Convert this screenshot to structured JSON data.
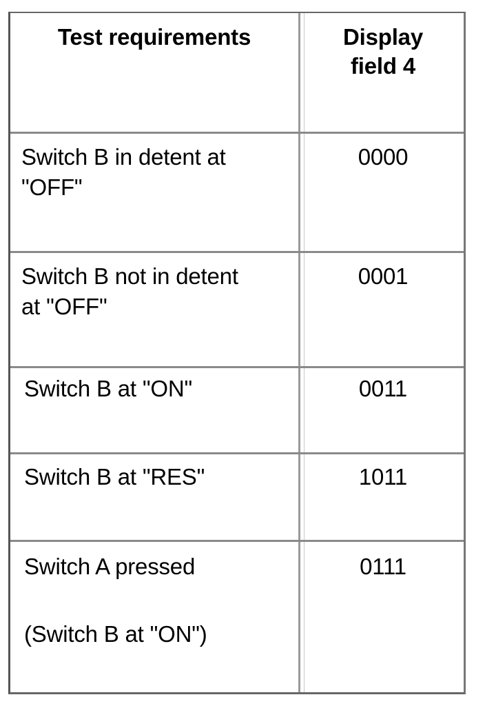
{
  "table": {
    "headers": {
      "requirement": "Test requirements",
      "display_line1": "Display",
      "display_line2": "field 4"
    },
    "rows": [
      {
        "requirement_line1": "Switch B in detent at",
        "requirement_line2": "\"OFF\"",
        "display": "0000"
      },
      {
        "requirement_line1": "Switch B not in detent",
        "requirement_line2": "at \"OFF\"",
        "display": "0001"
      },
      {
        "requirement_line1": "Switch B at \"ON\"",
        "display": "0011"
      },
      {
        "requirement_line1": "Switch B at \"RES\"",
        "display": "1011"
      },
      {
        "requirement_line1": "Switch A pressed",
        "requirement_line2": "(Switch B at \"ON\")",
        "display": "0111"
      }
    ]
  }
}
